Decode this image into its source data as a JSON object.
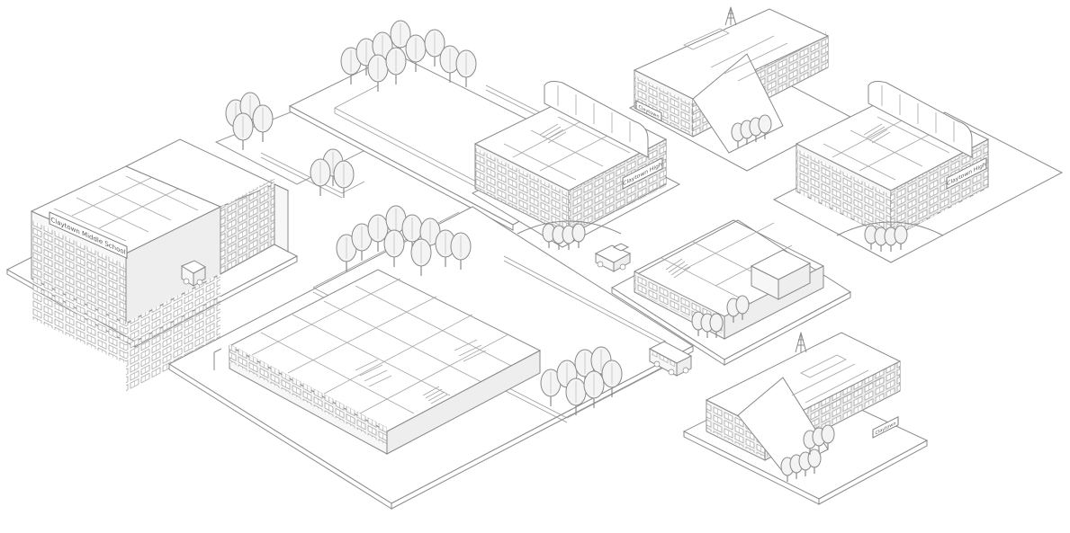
{
  "scene": {
    "style": "isometric line-art illustration of a town school district",
    "colors": {
      "background": "#ffffff",
      "line": "#8a8a8a",
      "fill_light": "#f4f4f4"
    },
    "labels": {
      "middle_school_sign": "Claytown Middle School",
      "high_school_sign_a": "Claytown High",
      "high_school_sign_b": "Claytown High",
      "small_school_sign_a": "Claytown",
      "small_school_sign_b": "Claytown"
    },
    "objects": [
      "middle-school-building",
      "fenced-park-upper",
      "high-school-building-center",
      "small-school-top",
      "high-school-building-right",
      "cutaway-school-large",
      "cutaway-school-medium",
      "small-school-bottom",
      "school-bus",
      "pickup-truck",
      "forklift",
      "tree-grove"
    ]
  }
}
